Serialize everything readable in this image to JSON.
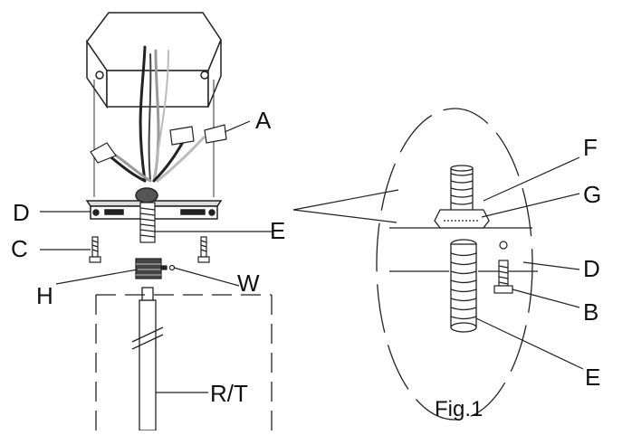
{
  "diagram": {
    "labels": {
      "A": "A",
      "D_left": "D",
      "C": "C",
      "E_left": "E",
      "H": "H",
      "W": "W",
      "RT": "R/T",
      "F": "F",
      "G": "G",
      "D_right": "D",
      "B": "B",
      "E_right": "E"
    },
    "caption": "Fig.1"
  }
}
